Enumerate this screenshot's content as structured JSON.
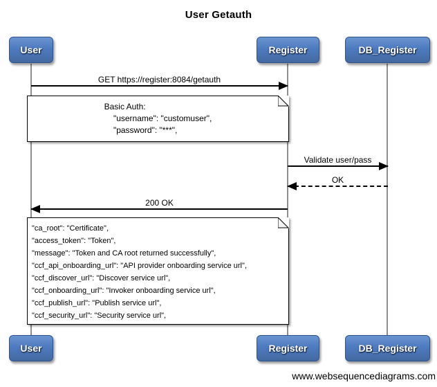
{
  "title": "User Getauth",
  "watermark": "www.websequencediagrams.com",
  "actors": [
    {
      "name": "User"
    },
    {
      "name": "Register"
    },
    {
      "name": "DB_Register"
    }
  ],
  "messages": [
    {
      "label": "GET https://register:8084/getauth",
      "from": "User",
      "to": "Register",
      "style": "solid"
    },
    {
      "label": "Validate user/pass",
      "from": "Register",
      "to": "DB_Register",
      "style": "solid"
    },
    {
      "label": "OK",
      "from": "DB_Register",
      "to": "Register",
      "style": "dashed"
    },
    {
      "label": "200 OK",
      "from": "Register",
      "to": "User",
      "style": "solid"
    }
  ],
  "notes": [
    {
      "over": [
        "User",
        "Register"
      ],
      "text": "Basic Auth:\n    \"username\": \"customuser\",\n    \"password\": \"***\","
    },
    {
      "over": [
        "User",
        "Register"
      ],
      "text": "\"ca_root\": \"Certificate\",\n\"access_token\": \"Token\",\n\"message\": \"Token and CA root returned successfully\",\n\"ccf_api_onboarding_url\": \"API provider onboarding service url\",\n\"ccf_discover_url\": \"Discover service url\",\n\"ccf_onboarding_url\": \"Invoker onboarding service url\",\n\"ccf_publish_url\": \"Publish service url\",\n\"ccf_security_url\": \"Security service url\","
    }
  ],
  "colors": {
    "actor_fill": "#4d7ac0",
    "actor_border": "#2d5290",
    "actor_text": "#ffffff",
    "lifeline": "#8f8f8f",
    "arrow": "#000000",
    "note_bg": "#ffffff",
    "note_border": "#000000",
    "background": "#ffffff"
  }
}
